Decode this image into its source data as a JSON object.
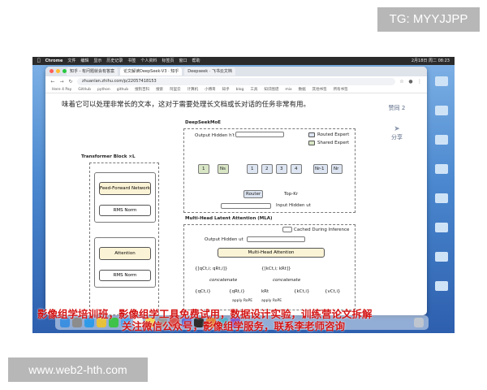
{
  "watermarks": {
    "top_right": "TG: MYYJJPP",
    "bottom_left": "www.web2-hth.com"
  },
  "menubar": {
    "app": "Chrome",
    "items": [
      "文件",
      "编辑",
      "显示",
      "历史记录",
      "书签",
      "个人资料",
      "标签页",
      "窗口",
      "帮助"
    ],
    "clock": "2月18日 周二 08:23"
  },
  "browser": {
    "tabs": [
      "知乎 - 有问题就会有答案",
      "论文解读DeepSeek-V3 · 知乎",
      "Deepseek · 飞书云文档"
    ],
    "url": "zhuanlan.zhihu.com/p/22057418153",
    "bookmarks": [
      "Here 4 Pay",
      "GitHub",
      "python",
      "github",
      "搜狗百科",
      "搜索",
      "阿里云",
      "计算机",
      "小傅哥",
      "知乎",
      "blog",
      "工具",
      "知识图谱",
      "mix",
      "数据",
      "其他书签"
    ],
    "bookmarks_right": "所有书签"
  },
  "article": {
    "text": "味着它可以处理非常长的文本，这对于需要处理长文档或长对话的任务非常有用。"
  },
  "sidebar": {
    "likes": "赞同 2",
    "share": "分享"
  },
  "diagram": {
    "transformer_block": "Transformer Block ×L",
    "ffn": "Feed-Forward Network",
    "rms_norm_top": "RMS Norm",
    "attention": "Attention",
    "rms_norm_bottom": "RMS Norm",
    "deepseekmoe": "DeepSeekMoE",
    "output_hidden": "Output Hidden h′t",
    "legend_routed": "Routed Expert",
    "legend_shared": "Shared Expert",
    "expert_1": "1",
    "expert_ns": "Ns",
    "expert_r1": "1",
    "expert_r2": "2",
    "expert_r3": "3",
    "expert_r4": "4",
    "expert_nr1": "Nr-1",
    "expert_nr": "Nr",
    "router": "Router",
    "topk": "Top-Kr",
    "input_hidden": "Input Hidden ut",
    "mla_title": "Multi-Head Latent Attention (MLA)",
    "cached": "Cached During Inference",
    "output_hidden_mla": "Output Hidden ut",
    "mha": "Multi-Head Attention",
    "q_concat": "{[qCt,i; qRt,i]}",
    "k_concat": "{[kCt,i; kRt]}",
    "concatenate_1": "concatenate",
    "concatenate_2": "concatenate",
    "q_c": "{qCt,i}",
    "q_r": "{qRt,i}",
    "k_r": "kRt",
    "k_c": "{kCt,i}",
    "v_c": "{vCt,i}",
    "apply_rope_1": "apply RoPE",
    "apply_rope_2": "apply RoPE"
  },
  "overlay": {
    "line1": "影像组学培训班，影像组学工具免费试用，数据设计实验，训练营论文拆解",
    "line2": "关注微信公众号，影像组学服务，联系李老师咨询"
  },
  "colors": {
    "overlay_red": "#d41515",
    "ffn_fill": "#fbf3d5",
    "shared_expert": "#d9e6c6",
    "routed_expert": "#dde5f2"
  }
}
